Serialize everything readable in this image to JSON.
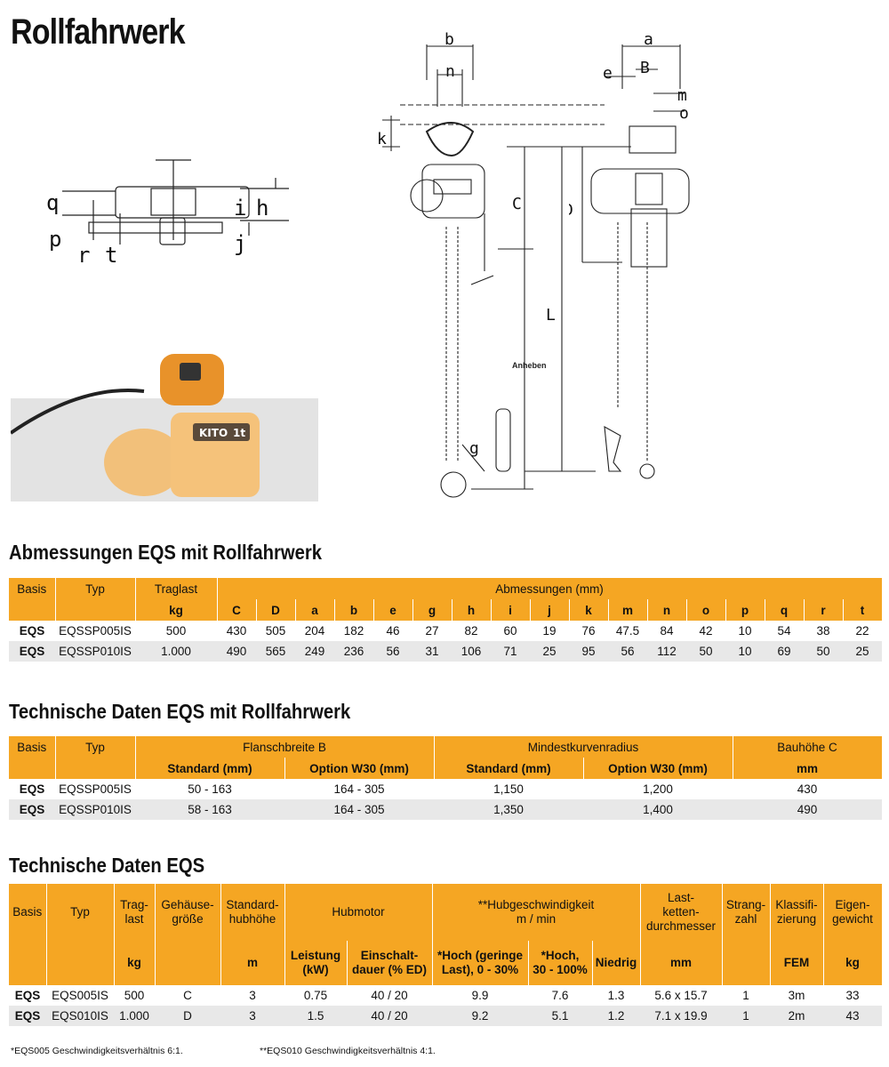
{
  "page_title": "Rollfahrwerk",
  "photo_brand": "KITO",
  "photo_rating": "1t",
  "diagram": {
    "trolley_labels": [
      "q",
      "p",
      "r",
      "t",
      "i",
      "h",
      "j"
    ],
    "side_labels": [
      "b",
      "n",
      "k",
      "C",
      "L",
      "g"
    ],
    "front_labels": [
      "a",
      "e",
      "B",
      "m",
      "o",
      "D"
    ],
    "lift_label": "Anheben"
  },
  "table1": {
    "title": "Abmessungen EQS mit Rollfahrwerk",
    "header_basis": "Basis",
    "header_typ": "Typ",
    "header_traglast": "Traglast",
    "header_abmessungen": "Abmessungen (mm)",
    "unit_traglast": "kg",
    "dim_cols": [
      "C",
      "D",
      "a",
      "b",
      "e",
      "g",
      "h",
      "i",
      "j",
      "k",
      "m",
      "n",
      "o",
      "p",
      "q",
      "r",
      "t"
    ],
    "rows": [
      {
        "basis": "EQS",
        "typ": "EQSSP005IS",
        "traglast": "500",
        "dims": [
          "430",
          "505",
          "204",
          "182",
          "46",
          "27",
          "82",
          "60",
          "19",
          "76",
          "47.5",
          "84",
          "42",
          "10",
          "54",
          "38",
          "22"
        ]
      },
      {
        "basis": "EQS",
        "typ": "EQSSP010IS",
        "traglast": "1.000",
        "dims": [
          "490",
          "565",
          "249",
          "236",
          "56",
          "31",
          "106",
          "71",
          "25",
          "95",
          "56",
          "112",
          "50",
          "10",
          "69",
          "50",
          "25"
        ]
      }
    ]
  },
  "table2": {
    "title": "Technische Daten  EQS mit Rollfahrwerk",
    "header_basis": "Basis",
    "header_typ": "Typ",
    "header_flansch": "Flanschbreite B",
    "header_kurven": "Mindestkurvenradius",
    "header_bauhoehe": "Bauhöhe C",
    "sub_standard": "Standard (mm)",
    "sub_option": "Option W30 (mm)",
    "sub_mm": "mm",
    "rows": [
      {
        "basis": "EQS",
        "typ": "EQSSP005IS",
        "fl_std": "50 - 163",
        "fl_opt": "164 - 305",
        "kr_std": "1,150",
        "kr_opt": "1,200",
        "bauhoehe": "430"
      },
      {
        "basis": "EQS",
        "typ": "EQSSP010IS",
        "fl_std": "58 - 163",
        "fl_opt": "164 - 305",
        "kr_std": "1,350",
        "kr_opt": "1,400",
        "bauhoehe": "490"
      }
    ]
  },
  "table3": {
    "title": "Technische Daten EQS",
    "h": {
      "basis": "Basis",
      "typ": "Typ",
      "traglast": "Trag-\nlast",
      "gehaeuse": "Gehäuse-\ngröße",
      "hubhoehe": "Standard-\nhubhöhe",
      "hubmotor": "Hubmotor",
      "hubgeschw": "**Hubgeschwindigkeit\nm / min",
      "lastkette": "Last-\nketten-\ndurchmesser",
      "strang": "Strang-\nzahl",
      "klass": "Klassifi-\nzierung",
      "eigen": "Eigen-\ngewicht"
    },
    "s": {
      "kg": "kg",
      "m": "m",
      "leistung": "Leistung\n(kW)",
      "einschalt": "Einschalt-\ndauer (% ED)",
      "hoch_gering": "*Hoch  (geringe\nLast), 0 - 30%",
      "hoch": "*Hoch,\n30 - 100%",
      "niedrig": "Niedrig",
      "mm": "mm",
      "fem": "FEM",
      "kg2": "kg"
    },
    "rows": [
      {
        "basis": "EQS",
        "typ": "EQS005IS",
        "traglast": "500",
        "gehaeuse": "C",
        "hubhoehe": "3",
        "leistung": "0.75",
        "einschalt": "40 / 20",
        "hg": "9.9",
        "hh": "7.6",
        "nd": "1.3",
        "kette": "5.6 x 15.7",
        "strang": "1",
        "klass": "3m",
        "gewicht": "33"
      },
      {
        "basis": "EQS",
        "typ": "EQS010IS",
        "traglast": "1.000",
        "gehaeuse": "D",
        "hubhoehe": "3",
        "leistung": "1.5",
        "einschalt": "40 / 20",
        "hg": "9.2",
        "hh": "5.1",
        "nd": "1.2",
        "kette": "7.1 x 19.9",
        "strang": "1",
        "klass": "2m",
        "gewicht": "43"
      }
    ]
  },
  "footnotes": {
    "note1": "*EQS005 Geschwindigkeitsverhältnis 6:1.",
    "note2": "**EQS010 Geschwindigkeitsverhältnis 4:1."
  }
}
